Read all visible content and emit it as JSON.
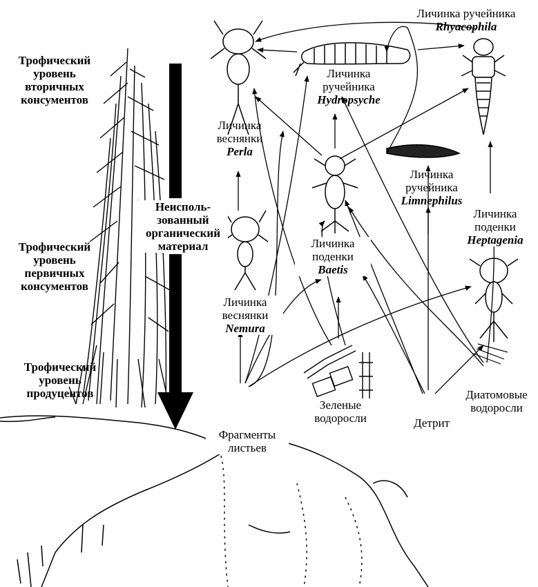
{
  "trophic": {
    "secondary": [
      "Трофический",
      "уровень",
      "вторичных",
      "консументов"
    ],
    "primary": [
      "Трофический",
      "уровень",
      "первичных",
      "консументов"
    ],
    "producers": [
      "Трофический",
      "уровень",
      "продуцентов"
    ]
  },
  "unused": [
    "Неисполь-",
    "зованный",
    "органический",
    "материал"
  ],
  "organisms": {
    "rhyacophila": {
      "lines": [
        "Личинка ручейника"
      ],
      "latin": "Rhyacophila"
    },
    "hydropsyche": {
      "lines": [
        "Личинка",
        "ручейника"
      ],
      "latin": "Hydropsyche"
    },
    "perla": {
      "lines": [
        "Личинка",
        "веснянки"
      ],
      "latin": "Perla"
    },
    "limnephilus": {
      "lines": [
        "Личинка",
        "ручейника"
      ],
      "latin": "Limnephilus"
    },
    "heptagenia": {
      "lines": [
        "Личинка",
        "поденки"
      ],
      "latin": "Heptagenia"
    },
    "baetis": {
      "lines": [
        "Личинка",
        "поденки"
      ],
      "latin": "Baetis"
    },
    "nemura": {
      "lines": [
        "Личинка",
        "веснянки"
      ],
      "latin": "Nemura"
    }
  },
  "sources": {
    "green_algae": [
      "Зеленые",
      "водоросли"
    ],
    "diatoms": [
      "Диатомовые",
      "водоросли"
    ],
    "detritus": [
      "Детрит"
    ],
    "leaf_fragments": [
      "Фрагменты",
      "листьев"
    ]
  }
}
